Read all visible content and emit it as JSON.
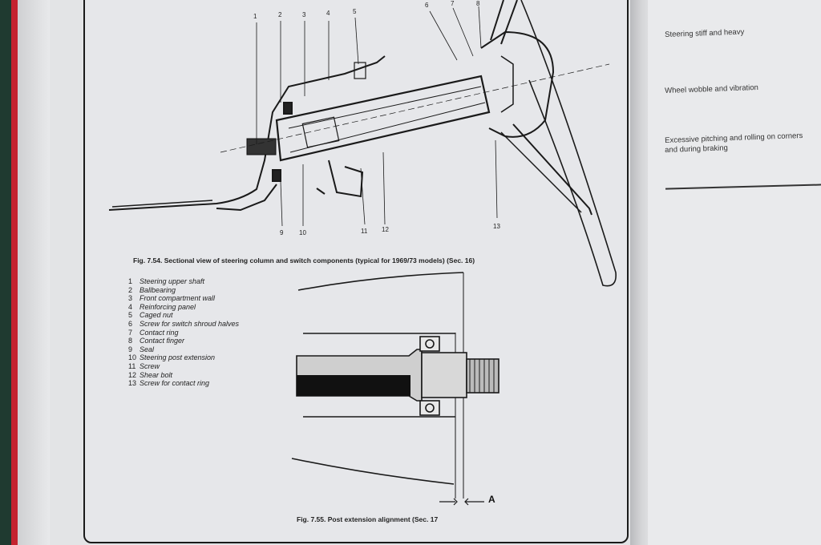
{
  "fig54": {
    "caption": "Fig. 7.54. Sectional view of steering column and switch components (typical for 1969/73 models) (Sec. 16)",
    "callouts": [
      "1",
      "2",
      "3",
      "4",
      "5",
      "6",
      "7",
      "8",
      "9",
      "10",
      "11",
      "12",
      "13"
    ],
    "legend": [
      {
        "num": "1",
        "text": "Steering upper shaft"
      },
      {
        "num": "2",
        "text": "Ballbearing"
      },
      {
        "num": "3",
        "text": "Front compartment wall"
      },
      {
        "num": "4",
        "text": "Reinforcing panel"
      },
      {
        "num": "5",
        "text": "Caged nut"
      },
      {
        "num": "6",
        "text": "Screw for switch shroud halves"
      },
      {
        "num": "7",
        "text": "Contact ring"
      },
      {
        "num": "8",
        "text": "Contact finger"
      },
      {
        "num": "9",
        "text": "Seal"
      },
      {
        "num": "10",
        "text": "Steering post extension"
      },
      {
        "num": "11",
        "text": "Screw"
      },
      {
        "num": "12",
        "text": "Shear bolt"
      },
      {
        "num": "13",
        "text": "Screw for contact ring"
      }
    ]
  },
  "fig55": {
    "caption": "Fig. 7.55. Post extension alignment (Sec. 17",
    "dimension_label": "A"
  },
  "right_page": {
    "symptoms": [
      "Steering stiff and heavy",
      "Wheel wobble and vibration",
      "Excessive pitching and rolling on corners",
      "and during braking"
    ]
  }
}
